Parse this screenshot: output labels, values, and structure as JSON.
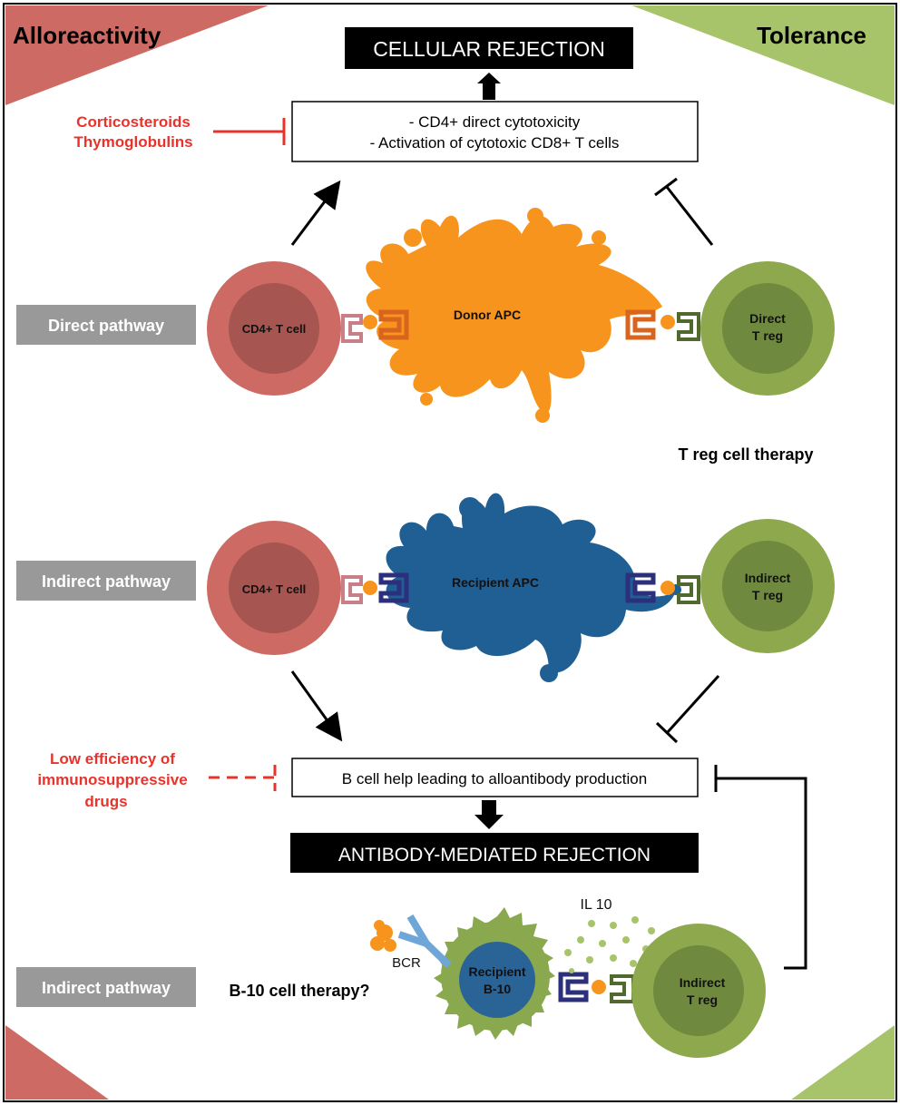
{
  "corners": {
    "left_title": "Alloreactivity",
    "right_title": "Tolerance",
    "left_color": "#cd6a63",
    "right_color": "#a8c46a"
  },
  "headers": {
    "cellular_rejection": "CELLULAR REJECTION",
    "antibody_rejection": "ANTIBODY-MEDIATED REJECTION"
  },
  "boxes": {
    "cytotoxicity_line1": "- CD4+ direct cytotoxicity",
    "cytotoxicity_line2": "- Activation of cytotoxic CD8+ T cells",
    "b_cell_help": "B cell help leading to alloantibody production"
  },
  "drugs": {
    "line1": "Corticosteroids",
    "line2": "Thymoglobulins",
    "low_eff_line1": "Low efficiency of",
    "low_eff_line2": "immunosuppressive",
    "low_eff_line3": "drugs",
    "color": "#e8332b"
  },
  "pathways": {
    "direct": "Direct pathway",
    "indirect": "Indirect pathway",
    "indirect_b10": "Indirect pathway",
    "label_bg": "#999999"
  },
  "cells": {
    "cd4_direct": "CD4+ T cell",
    "cd4_indirect": "CD4+ T cell",
    "donor_apc": "Donor APC",
    "recipient_apc": "Recipient APC",
    "direct_treg_line1": "Direct",
    "direct_treg_line2": "T reg",
    "indirect_treg_line1": "Indirect",
    "indirect_treg_line2": "T reg",
    "indirect_treg_bottom_line1": "Indirect",
    "indirect_treg_bottom_line2": "T reg",
    "b10_line1": "Recipient",
    "b10_line2": "B-10",
    "bcr": "BCR",
    "il10": "IL 10"
  },
  "therapies": {
    "treg": "T reg cell therapy",
    "b10": "B-10 cell therapy?"
  },
  "colors": {
    "cd4_outer": "#cd6a63",
    "cd4_inner": "#a65550",
    "treg_outer": "#8ea84e",
    "treg_inner": "#6f8a3e",
    "donor_apc": "#f7941d",
    "recipient_apc": "#1f5f94",
    "b10_outer": "#8aa94e",
    "b10_inner": "#2a6497"
  }
}
